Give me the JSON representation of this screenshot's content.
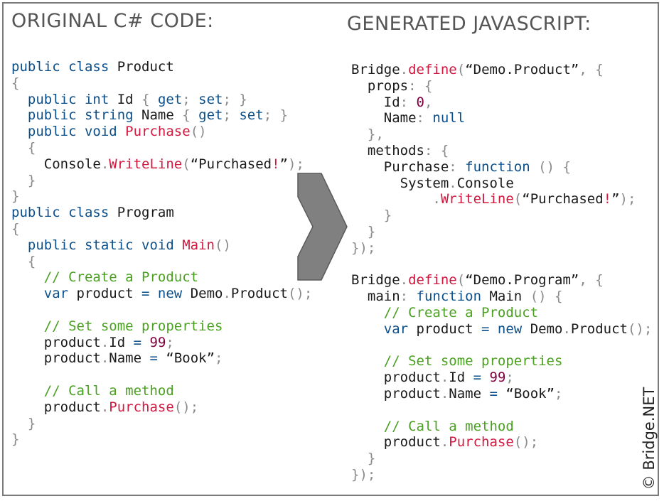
{
  "left_panel": {
    "title": "ORIGINAL C# CODE:",
    "lines": [
      [
        [
          "kw",
          "public class "
        ],
        [
          "tx",
          "Product"
        ]
      ],
      [
        [
          "pn",
          "{"
        ]
      ],
      [
        [
          "tx",
          "  "
        ],
        [
          "kw",
          "public int "
        ],
        [
          "tx",
          "Id "
        ],
        [
          "pn",
          "{ "
        ],
        [
          "kw",
          "get"
        ],
        [
          "pn",
          "; "
        ],
        [
          "kw",
          "set"
        ],
        [
          "pn",
          "; }"
        ]
      ],
      [
        [
          "tx",
          "  "
        ],
        [
          "kw",
          "public string "
        ],
        [
          "tx",
          "Name "
        ],
        [
          "pn",
          "{ "
        ],
        [
          "kw",
          "get"
        ],
        [
          "pn",
          "; "
        ],
        [
          "kw",
          "set"
        ],
        [
          "pn",
          "; }"
        ]
      ],
      [
        [
          "tx",
          "  "
        ],
        [
          "kw",
          "public void "
        ],
        [
          "fn",
          "Purchase"
        ],
        [
          "pn",
          "()"
        ]
      ],
      [
        [
          "tx",
          "  "
        ],
        [
          "pn",
          "{"
        ]
      ],
      [
        [
          "tx",
          "    Console"
        ],
        [
          "pn",
          "."
        ],
        [
          "fn",
          "WriteLine"
        ],
        [
          "pn",
          "("
        ],
        [
          "tx",
          "“Purchased"
        ],
        [
          "fn",
          "!"
        ],
        [
          "tx",
          "”"
        ],
        [
          "pn",
          ");"
        ]
      ],
      [
        [
          "tx",
          "  "
        ],
        [
          "pn",
          "}"
        ]
      ],
      [
        [
          "pn",
          "}"
        ]
      ],
      [
        [
          "kw",
          "public class "
        ],
        [
          "tx",
          "Program"
        ]
      ],
      [
        [
          "pn",
          "{"
        ]
      ],
      [
        [
          "tx",
          "  "
        ],
        [
          "kw",
          "public static void "
        ],
        [
          "fn",
          "Main"
        ],
        [
          "pn",
          "()"
        ]
      ],
      [
        [
          "tx",
          "  "
        ],
        [
          "pn",
          "{"
        ]
      ],
      [
        [
          "tx",
          "    "
        ],
        [
          "cm",
          "// Create a Product"
        ]
      ],
      [
        [
          "tx",
          "    "
        ],
        [
          "kw",
          "var "
        ],
        [
          "tx",
          "product "
        ],
        [
          "kw",
          "= new "
        ],
        [
          "tx",
          "Demo"
        ],
        [
          "pn",
          "."
        ],
        [
          "tx",
          "Product"
        ],
        [
          "pn",
          "();"
        ]
      ],
      [
        [
          "tx",
          ""
        ]
      ],
      [
        [
          "tx",
          "    "
        ],
        [
          "cm",
          "// Set some properties"
        ]
      ],
      [
        [
          "tx",
          "    product"
        ],
        [
          "pn",
          "."
        ],
        [
          "tx",
          "Id "
        ],
        [
          "kw",
          "= "
        ],
        [
          "num",
          "99"
        ],
        [
          "pn",
          ";"
        ]
      ],
      [
        [
          "tx",
          "    product"
        ],
        [
          "pn",
          "."
        ],
        [
          "tx",
          "Name "
        ],
        [
          "kw",
          "= "
        ],
        [
          "tx",
          "“Book”"
        ],
        [
          "pn",
          ";"
        ]
      ],
      [
        [
          "tx",
          ""
        ]
      ],
      [
        [
          "tx",
          "    "
        ],
        [
          "cm",
          "// Call a method"
        ]
      ],
      [
        [
          "tx",
          "    product"
        ],
        [
          "pn",
          "."
        ],
        [
          "fn",
          "Purchase"
        ],
        [
          "pn",
          "();"
        ]
      ],
      [
        [
          "tx",
          "  "
        ],
        [
          "pn",
          "}"
        ]
      ],
      [
        [
          "pn",
          "}"
        ]
      ]
    ]
  },
  "right_panel": {
    "title": "GENERATED JAVASCRIPT:",
    "lines": [
      [
        [
          "tx",
          "Bridge"
        ],
        [
          "pn",
          "."
        ],
        [
          "fn",
          "define"
        ],
        [
          "pn",
          "("
        ],
        [
          "tx",
          "“Demo.Product”"
        ],
        [
          "pn",
          ", {"
        ]
      ],
      [
        [
          "tx",
          "  props"
        ],
        [
          "pn",
          ": {"
        ]
      ],
      [
        [
          "tx",
          "    Id"
        ],
        [
          "pn",
          ": "
        ],
        [
          "num",
          "0"
        ],
        [
          "pn",
          ","
        ]
      ],
      [
        [
          "tx",
          "    Name"
        ],
        [
          "pn",
          ": "
        ],
        [
          "kw",
          "null"
        ]
      ],
      [
        [
          "tx",
          "  "
        ],
        [
          "pn",
          "},"
        ]
      ],
      [
        [
          "tx",
          "  methods"
        ],
        [
          "pn",
          ": {"
        ]
      ],
      [
        [
          "tx",
          "    Purchase"
        ],
        [
          "pn",
          ": "
        ],
        [
          "kw",
          "function "
        ],
        [
          "pn",
          "() {"
        ]
      ],
      [
        [
          "tx",
          "      System"
        ],
        [
          "pn",
          "."
        ],
        [
          "tx",
          "Console"
        ]
      ],
      [
        [
          "tx",
          "          "
        ],
        [
          "pn",
          "."
        ],
        [
          "fn",
          "WriteLine"
        ],
        [
          "pn",
          "("
        ],
        [
          "tx",
          "“Purchased"
        ],
        [
          "fn",
          "!"
        ],
        [
          "tx",
          "”"
        ],
        [
          "pn",
          ");"
        ]
      ],
      [
        [
          "tx",
          "    "
        ],
        [
          "pn",
          "}"
        ]
      ],
      [
        [
          "tx",
          "  "
        ],
        [
          "pn",
          "}"
        ]
      ],
      [
        [
          "pn",
          "});"
        ]
      ],
      [
        [
          "tx",
          ""
        ]
      ],
      [
        [
          "tx",
          "Bridge"
        ],
        [
          "pn",
          "."
        ],
        [
          "fn",
          "define"
        ],
        [
          "pn",
          "("
        ],
        [
          "tx",
          "“Demo.Program”"
        ],
        [
          "pn",
          ", {"
        ]
      ],
      [
        [
          "tx",
          "  main"
        ],
        [
          "pn",
          ": "
        ],
        [
          "kw",
          "function "
        ],
        [
          "tx",
          "Main "
        ],
        [
          "pn",
          "() {"
        ]
      ],
      [
        [
          "tx",
          "    "
        ],
        [
          "cm",
          "// Create a Product"
        ]
      ],
      [
        [
          "tx",
          "    "
        ],
        [
          "kw",
          "var "
        ],
        [
          "tx",
          "product "
        ],
        [
          "kw",
          "= new "
        ],
        [
          "tx",
          "Demo"
        ],
        [
          "pn",
          "."
        ],
        [
          "tx",
          "Product"
        ],
        [
          "pn",
          "();"
        ]
      ],
      [
        [
          "tx",
          ""
        ]
      ],
      [
        [
          "tx",
          "    "
        ],
        [
          "cm",
          "// Set some properties"
        ]
      ],
      [
        [
          "tx",
          "    product"
        ],
        [
          "pn",
          "."
        ],
        [
          "tx",
          "Id "
        ],
        [
          "kw",
          "= "
        ],
        [
          "num",
          "99"
        ],
        [
          "pn",
          ";"
        ]
      ],
      [
        [
          "tx",
          "    product"
        ],
        [
          "pn",
          "."
        ],
        [
          "tx",
          "Name "
        ],
        [
          "kw",
          "= "
        ],
        [
          "tx",
          "“Book”"
        ],
        [
          "pn",
          ";"
        ]
      ],
      [
        [
          "tx",
          ""
        ]
      ],
      [
        [
          "tx",
          "    "
        ],
        [
          "cm",
          "// Call a method"
        ]
      ],
      [
        [
          "tx",
          "    product"
        ],
        [
          "pn",
          "."
        ],
        [
          "fn",
          "Purchase"
        ],
        [
          "pn",
          "();"
        ]
      ],
      [
        [
          "tx",
          "  "
        ],
        [
          "pn",
          "}"
        ]
      ],
      [
        [
          "pn",
          "});"
        ]
      ]
    ]
  },
  "arrow": {
    "icon": "right-arrow-icon",
    "color": "#808080"
  },
  "copyright": "© Bridge.NET",
  "colors": {
    "keyword": "#0b4f8a",
    "function": "#d1183e",
    "number": "#800040",
    "comment": "#4aa020",
    "punctuation": "#8a8a8a",
    "text": "#1a1a1a",
    "title": "#555555",
    "border": "#7a7a7a"
  }
}
